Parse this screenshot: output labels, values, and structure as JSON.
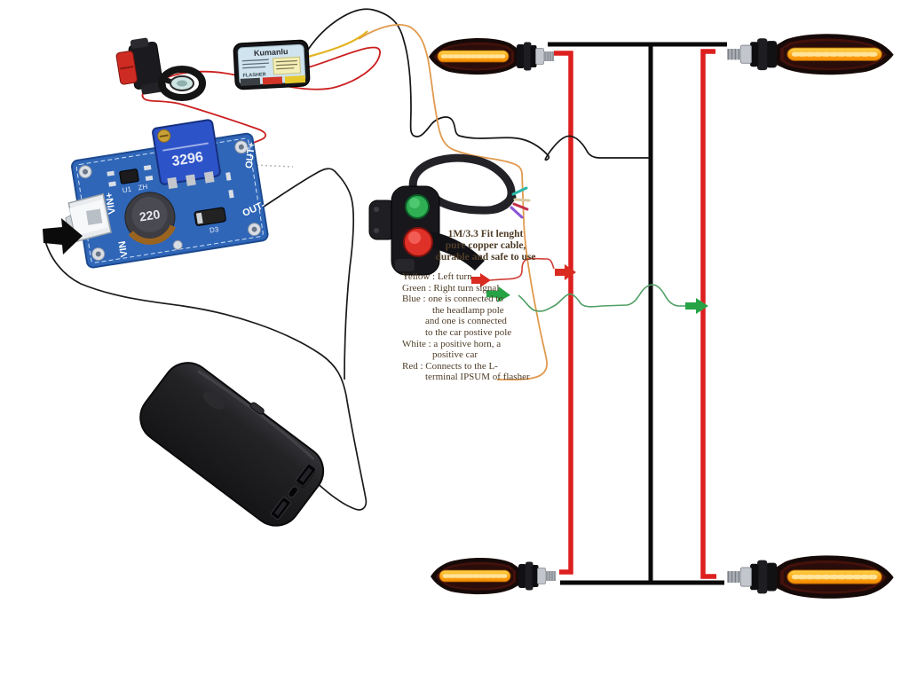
{
  "note": {
    "line1": "1M/3.3 Fit lenght",
    "line2": "pure copper cable,",
    "line3": "durable and safe to use"
  },
  "legend": {
    "lines": [
      {
        "text": "Yellow : Left turn"
      },
      {
        "text": "Green : Right turn signal"
      },
      {
        "text": "Blue : one is connected to"
      },
      {
        "text": "the headlamp pole"
      },
      {
        "text": "and one is connected"
      },
      {
        "text": "to the car postive pole"
      },
      {
        "text": "White : a positive horn, a"
      },
      {
        "text": "positive car"
      },
      {
        "text": "Red : Connects to the L-"
      },
      {
        "text": "terminal IPSUM of flasher"
      }
    ]
  },
  "flasher": {
    "brand": "Kumanlu",
    "label": "FLASHER"
  },
  "boost": {
    "trimpot": "3296",
    "inductor": "220",
    "pad_vin_plus": "VIN+",
    "pad_vin_minus": "VIN",
    "pad_out_plus": "OUT+",
    "pad_out_minus": "OUT-",
    "ref_u1": "U1",
    "ref_zh": "ZH",
    "ref_d3": "D3"
  },
  "colors": {
    "rail_red": "#dd1f1f",
    "rail_black": "#0a0a0a",
    "wire_orange": "#e09a4e",
    "wire_green": "#4f9e63",
    "arrow_green": "#27a346",
    "arrow_red": "#d92b20",
    "pcb_blue": "#2f66b8",
    "led_amber": "#ffb520",
    "text_sepia": "#4e3c27"
  }
}
